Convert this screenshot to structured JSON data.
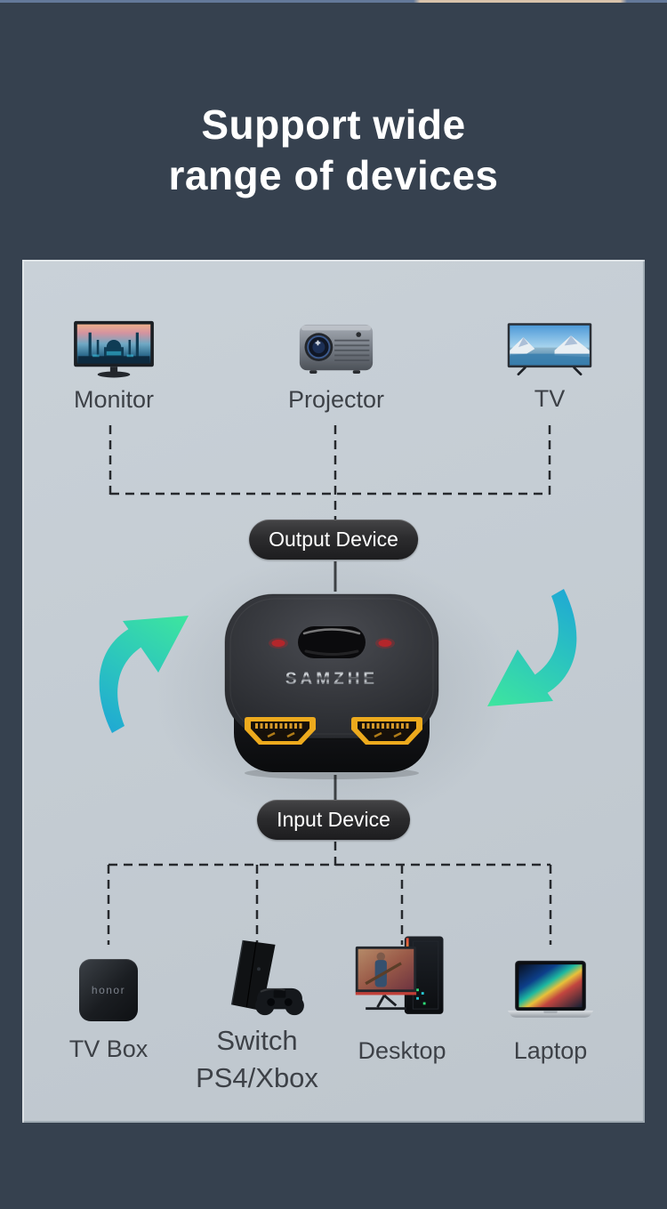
{
  "title": {
    "line1": "Support wide",
    "line2": "range of devices"
  },
  "diagram": {
    "output_group_label": "Output Device",
    "input_group_label": "Input Device",
    "outputs": [
      {
        "label": "Monitor",
        "icon": "monitor-icon"
      },
      {
        "label": "Projector",
        "icon": "projector-icon"
      },
      {
        "label": "TV",
        "icon": "tv-icon"
      }
    ],
    "inputs": [
      {
        "label": "TV Box",
        "icon": "tv-box-icon",
        "brand_text": "honor"
      },
      {
        "label": "Switch",
        "label2": "PS4/Xbox",
        "icon": "game-console-icon"
      },
      {
        "label": "Desktop",
        "icon": "desktop-pc-icon"
      },
      {
        "label": "Laptop",
        "icon": "laptop-icon"
      }
    ]
  },
  "product": {
    "brand": "SAMZHE",
    "ports": 2,
    "port_type": "HDMI"
  },
  "colors": {
    "background_navy": "#36414f",
    "panel_gray_blue": "#c3cbd2",
    "pill_dark": "#2c2c2e",
    "label_text": "#3d4147",
    "arrow_teal": "#22aed6",
    "arrow_green": "#3fe89c",
    "hdmi_gold": "#edaa1d",
    "led_red": "#b3262b",
    "title_white": "#ffffff"
  }
}
